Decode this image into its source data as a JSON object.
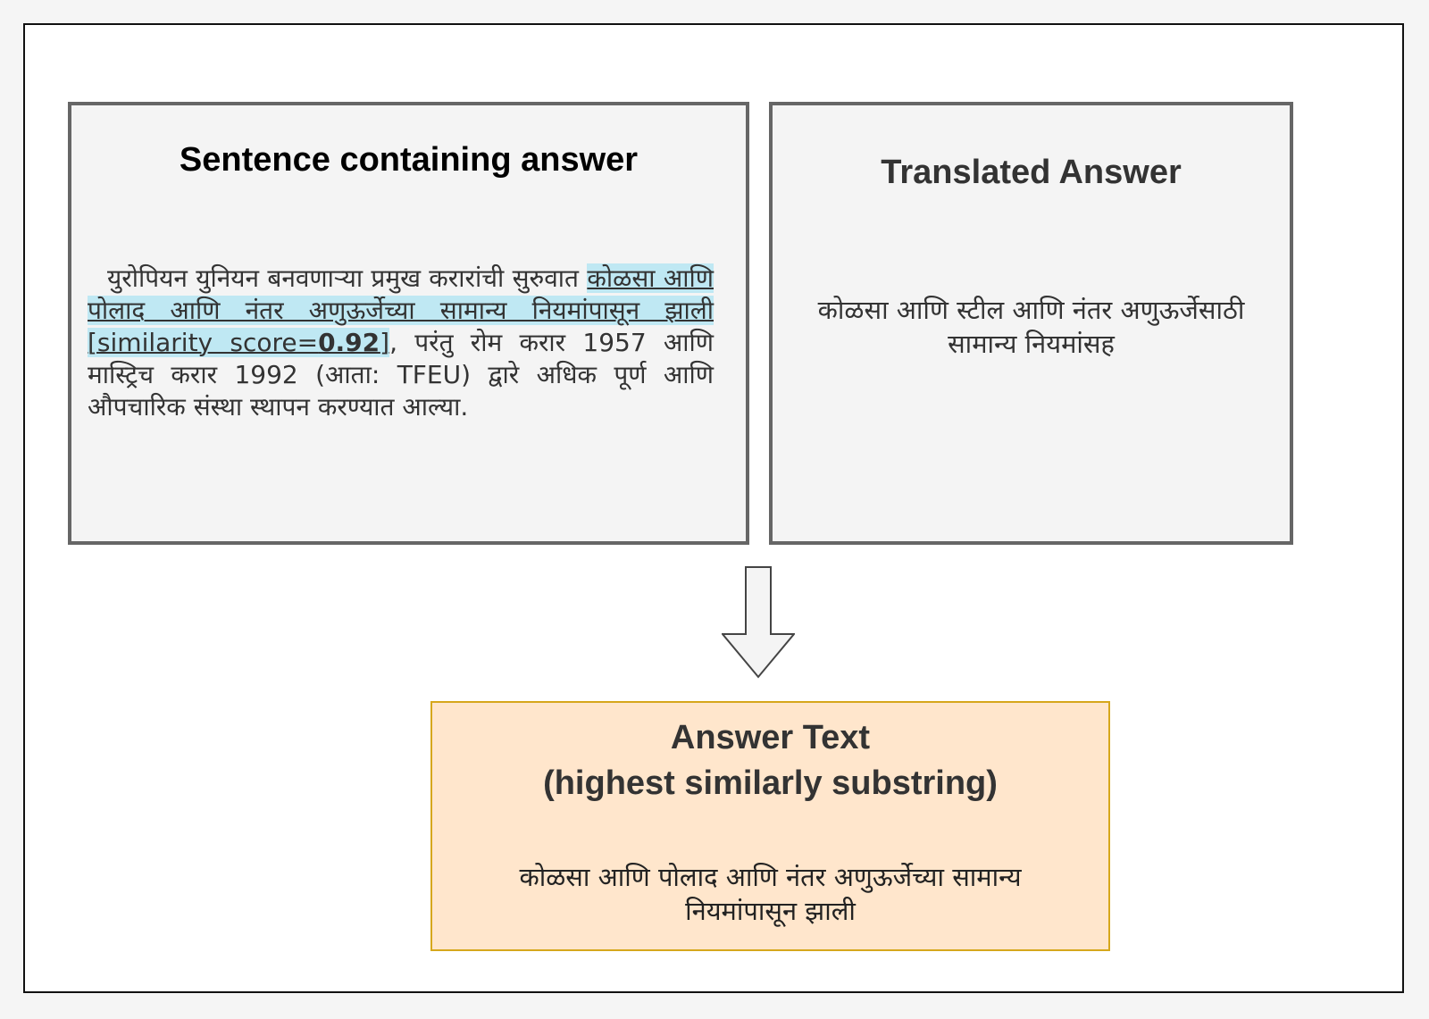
{
  "sentence_panel": {
    "title": "Sentence containing answer",
    "text_before": "युरोपियन युनियन बनवणाऱ्या प्रमुख करारांची सुरुवात ",
    "highlight_text": "कोळसा आणि पोलाद आणि नंतर अणुऊर्जेच्या सामान्य नियमांपासून झाली [similarity score=",
    "score": "0.92",
    "highlight_close": "]",
    "text_after": ", परंतु रोम करार 1957 आणि मास्ट्रिच करार 1992 (आता: TFEU) द्वारे अधिक पूर्ण आणि औपचारिक संस्था स्थापन करण्यात आल्या."
  },
  "translated_panel": {
    "title": "Translated Answer",
    "text_line1": "कोळसा आणि स्टील आणि नंतर अणुऊर्जेसाठी",
    "text_line2": "सामान्य नियमांसह"
  },
  "answer_box": {
    "title_line1": "Answer Text",
    "title_line2": "(highest similarly substring)",
    "text_line1": "कोळसा आणि पोलाद आणि नंतर अणुऊर्जेच्या सामान्य",
    "text_line2": "नियमांपासून झाली"
  },
  "colors": {
    "panel_fill": "#f4f4f4",
    "panel_border": "#666666",
    "highlight": "#bfe8f3",
    "answer_fill": "#ffe6cc",
    "answer_border": "#d6a71c"
  }
}
